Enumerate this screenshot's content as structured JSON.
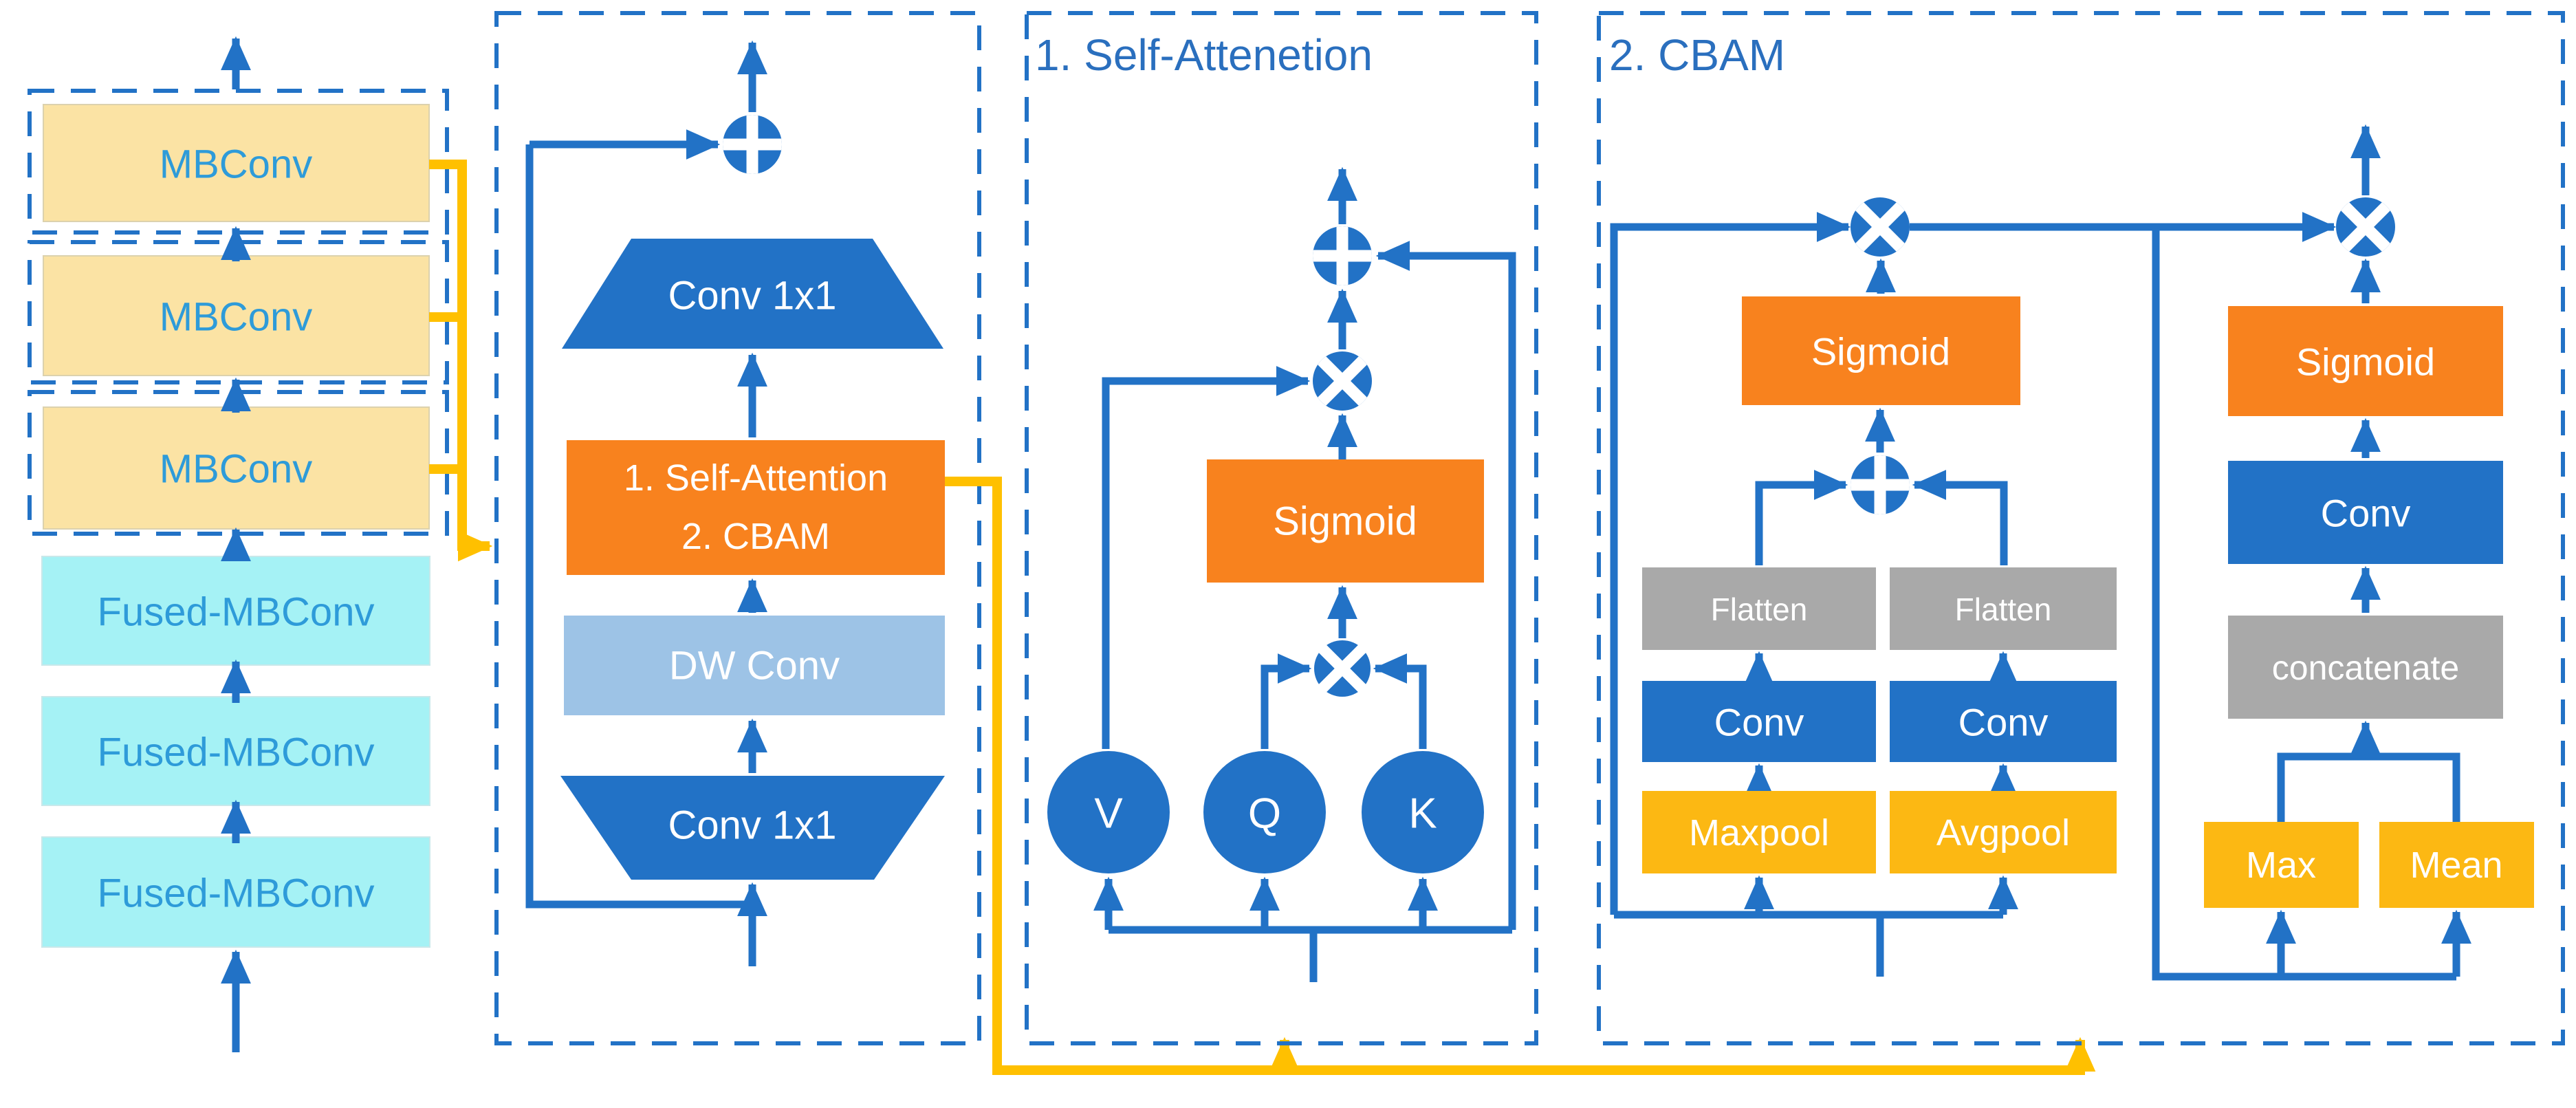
{
  "colors": {
    "primary_blue": "#2272C6",
    "light_blue": "#9DC3E6",
    "orange": "#F8821E",
    "gray": "#A9A9A9",
    "gold": "#FCB813",
    "cream": "#FBE3A4",
    "cyan": "#A5F2F5",
    "block_text_blue": "#2E9BD9",
    "title_blue": "#2A6FBE",
    "connector_yellow": "#FFC000",
    "white": "#FFFFFF"
  },
  "left_column": {
    "mbconv_blocks": [
      {
        "label": "MBConv"
      },
      {
        "label": "MBConv"
      },
      {
        "label": "MBConv"
      }
    ],
    "fused_blocks": [
      {
        "label": "Fused-MBConv"
      },
      {
        "label": "Fused-MBConv"
      },
      {
        "label": "Fused-MBConv"
      }
    ]
  },
  "detail_block": {
    "conv1x1_top": "Conv 1x1",
    "attention_line1": "1. Self-Attention",
    "attention_line2": "2. CBAM",
    "dw_conv": "DW Conv",
    "conv1x1_bottom": "Conv 1x1"
  },
  "self_attention_panel": {
    "title": "1. Self-Attenetion",
    "sigmoid": "Sigmoid",
    "value": "V",
    "query": "Q",
    "key": "K"
  },
  "cbam_panel": {
    "title": "2. CBAM",
    "channel_branch": {
      "sigmoid": "Sigmoid",
      "flatten_left": "Flatten",
      "flatten_right": "Flatten",
      "conv_left": "Conv",
      "conv_right": "Conv",
      "maxpool": "Maxpool",
      "avgpool": "Avgpool"
    },
    "spatial_branch": {
      "sigmoid": "Sigmoid",
      "conv": "Conv",
      "concatenate": "concatenate",
      "max": "Max",
      "mean": "Mean"
    }
  }
}
